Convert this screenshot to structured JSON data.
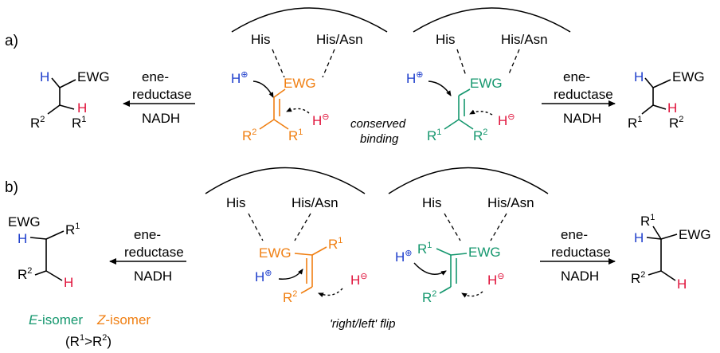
{
  "colors": {
    "blue": "#1f3fcc",
    "red": "#e0143c",
    "orange": "#f07f12",
    "green": "#15976e",
    "black": "#000000"
  },
  "text": {
    "label_a": "a)",
    "label_b": "b)",
    "his": "His",
    "his_asn": "His/Asn",
    "ewg": "EWG",
    "h": "H",
    "r": "R",
    "sup_1": "1",
    "sup_2": "2",
    "plus": "⊕",
    "minus": "⊖",
    "ene": "ene-",
    "reductase": "reductase",
    "nadh": "NADH",
    "conserved": "conserved",
    "binding": "binding",
    "flip": "'right/left' flip",
    "e_isomer": "E",
    "z_isomer": "Z",
    "isomer_suffix": "-isomer",
    "r1_gt_r2_open": "(R",
    "r1_gt_r2_mid": ">R",
    "r1_gt_r2_close": ")"
  }
}
